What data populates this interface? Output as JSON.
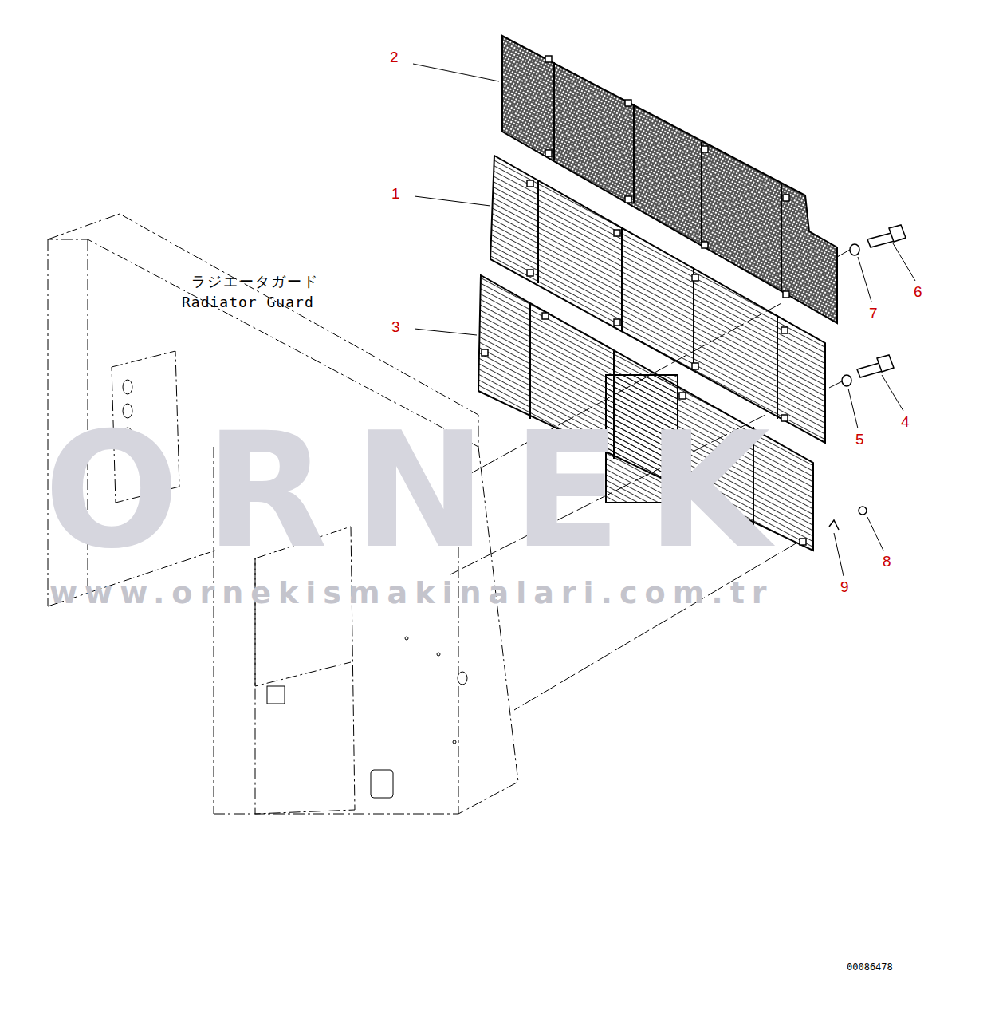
{
  "diagram": {
    "labels": [
      "2",
      "1",
      "3",
      "ラジエータガード",
      "Radiator Guard",
      "6",
      "7",
      "4",
      "5",
      "8",
      "9",
      "ORNEK",
      "www.ornekismakinalari.com.tr",
      "00086478"
    ]
  }
}
